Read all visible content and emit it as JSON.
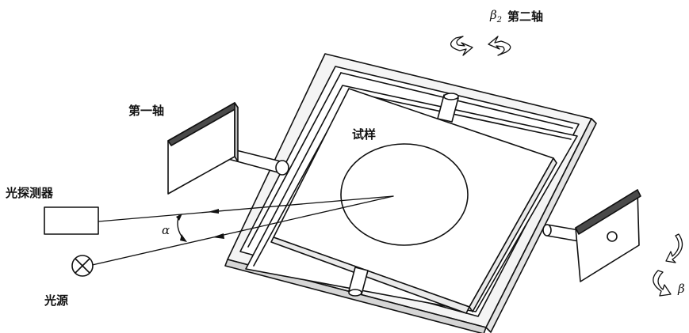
{
  "labels": {
    "beta2_symbol": "β",
    "beta2_subscript": "2",
    "second_axis": "第二轴",
    "first_axis": "第一轴",
    "specimen": "试样",
    "detector": "光探测器",
    "alpha": "α",
    "light_source": "光源",
    "beta1_symbol": "β"
  }
}
